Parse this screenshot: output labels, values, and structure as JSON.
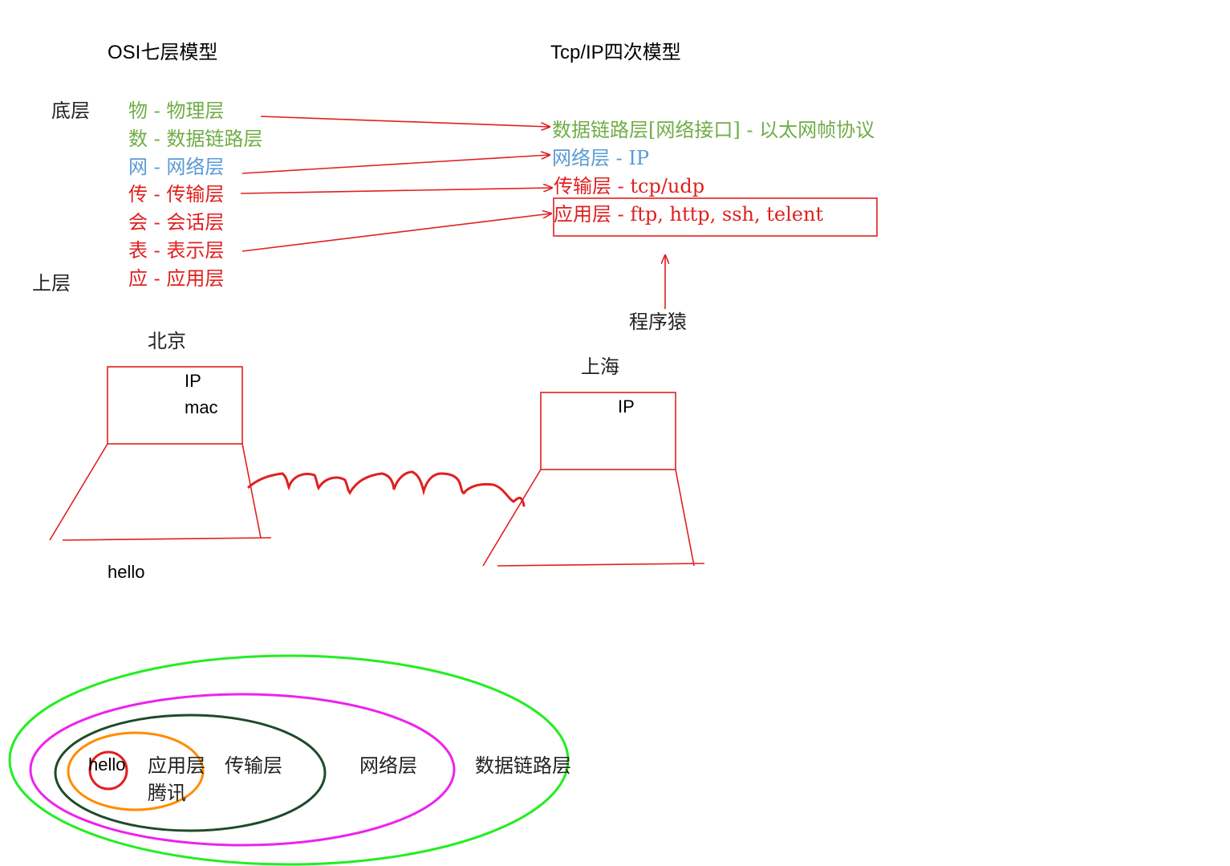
{
  "osi": {
    "title": "OSI七层模型",
    "bottom_label": "底层",
    "top_label": "上层",
    "layers": [
      {
        "text": "物 - 物理层",
        "color": "#70ad47"
      },
      {
        "text": "数 - 数据链路层",
        "color": "#70ad47"
      },
      {
        "text": "网 - 网络层",
        "color": "#5b9bd5"
      },
      {
        "text": "传 - 传输层",
        "color": "#e0201f"
      },
      {
        "text": "会 - 会话层",
        "color": "#e0201f"
      },
      {
        "text": "表 - 表示层",
        "color": "#e0201f"
      },
      {
        "text": "应 - 应用层",
        "color": "#e0201f"
      }
    ]
  },
  "tcpip": {
    "title": "Tcp/IP四次模型",
    "layers": [
      {
        "text": "数据链路层[网络接口] - 以太网帧协议",
        "color": "#70ad47"
      },
      {
        "text": "网络层 - IP",
        "color": "#5b9bd5"
      },
      {
        "text": "传输层 - tcp/udp",
        "color": "#e0201f"
      },
      {
        "text": "应用层 - ftp, http, ssh, telent",
        "color": "#e0201f"
      }
    ],
    "programmer_label": "程序猿"
  },
  "computers": {
    "beijing": {
      "city": "北京",
      "screen_line1": "IP",
      "screen_line2": "mac",
      "below": "hello"
    },
    "shanghai": {
      "city": "上海",
      "screen_line1": "IP"
    }
  },
  "nested": {
    "hello": "hello",
    "app": "应用层",
    "tencent": "腾讯",
    "transport": "传输层",
    "network": "网络层",
    "datalink": "数据链路层",
    "colors": {
      "outer": "#22ee22",
      "network": "#ee22ee",
      "transport": "#1e4a2a",
      "app": "#ff8c00",
      "core": "#e0201f"
    }
  },
  "colors": {
    "arrow": "#e0201f",
    "box": "#e0201f"
  }
}
